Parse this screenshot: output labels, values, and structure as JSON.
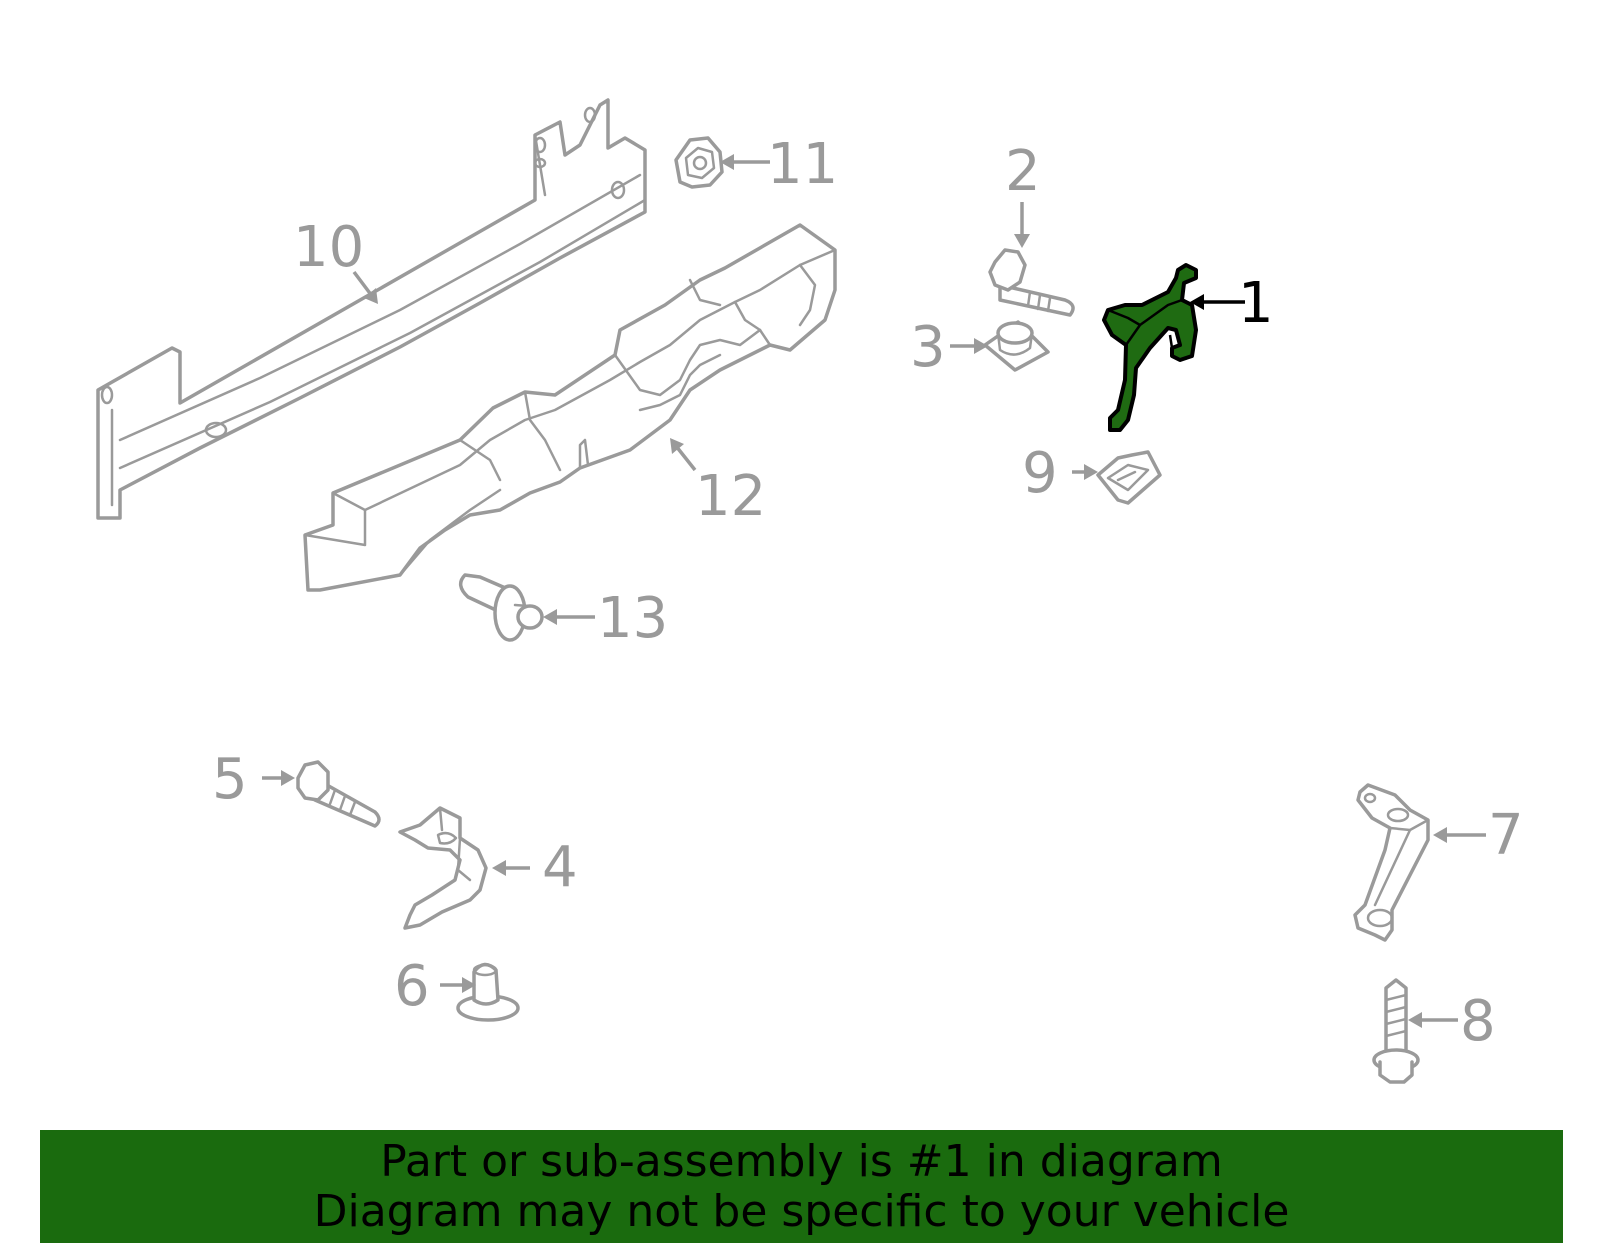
{
  "callouts": {
    "c1": "1",
    "c2": "2",
    "c3": "3",
    "c4": "4",
    "c5": "5",
    "c6": "6",
    "c7": "7",
    "c8": "8",
    "c9": "9",
    "c10": "10",
    "c11": "11",
    "c12": "12",
    "c13": "13"
  },
  "banner": {
    "line1": "Part or sub-assembly is #1 in diagram",
    "line2": "Diagram may not be specific to your vehicle"
  },
  "colors": {
    "highlight": "#1f6b12",
    "banner": "#1a6b0e",
    "linework": "#9a9a9a"
  }
}
